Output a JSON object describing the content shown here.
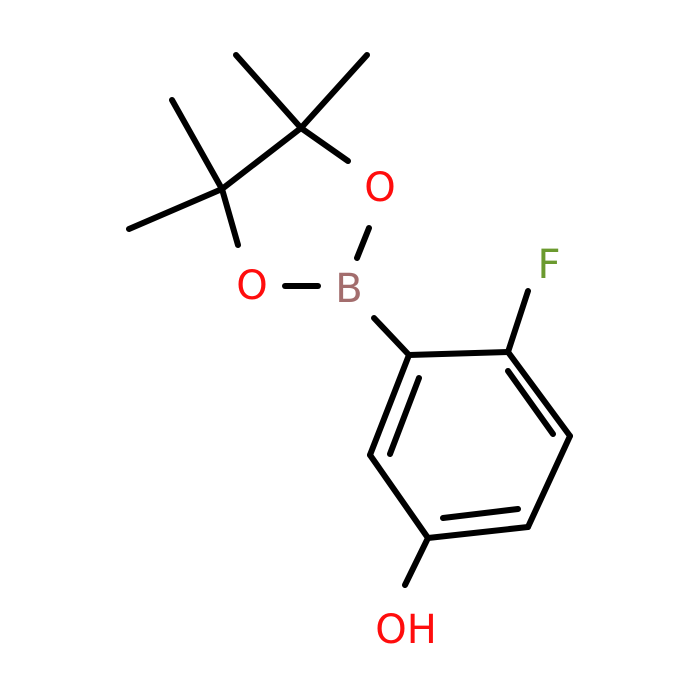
{
  "molecule": {
    "atoms": {
      "fluorine": {
        "symbol": "F",
        "color": "#6b9a2f"
      },
      "boron": {
        "symbol": "B",
        "color": "#a36d6d"
      },
      "oxygen_upper": {
        "symbol": "O",
        "color": "#ff0d0d"
      },
      "oxygen_left": {
        "symbol": "O",
        "color": "#ff0d0d"
      },
      "hydroxyl": {
        "symbol": "OH",
        "color": "#ff0d0d"
      }
    },
    "bond_color": "#000000",
    "background": "#ffffff"
  }
}
